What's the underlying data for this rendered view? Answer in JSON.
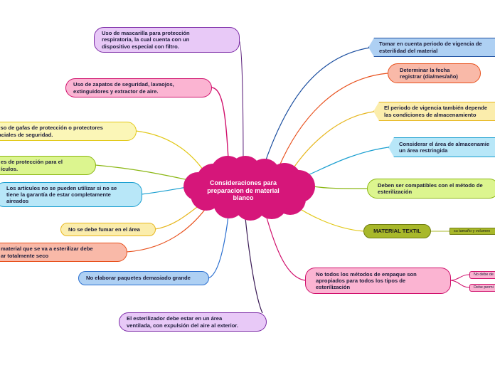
{
  "center": {
    "title": "Consideraciones para\npreparacion de material\nblanco",
    "color": "#d6167a"
  },
  "left_nodes": [
    {
      "text": "Uso de mascarilla para protección\nrespiratoria, la cual cuenta con un\ndispositivo especial con filtro.",
      "color": "#7b2aa6"
    },
    {
      "text": "Uso de zapatos de seguridad, lavaojos,\nextinguidores y extractor de aire.",
      "color": "#d0106c"
    },
    {
      "text": "Uso de gafas de protección o protectores\nfaciales de seguridad.",
      "color": "#e2c818"
    },
    {
      "text": "es de protección para el\nículos.",
      "color": "#8bb714"
    },
    {
      "text": "Los artículos no se pueden utilizar si no se\ntiene la garantía de estar completamente\naireados",
      "color": "#1a9fd0"
    },
    {
      "text": "No se debe fumar en el área",
      "color": "#e7b720"
    },
    {
      "text": "material que se va a esterilizar debe\nar totalmente seco",
      "color": "#e8501c"
    },
    {
      "text": "No elaborar paquetes demasiado grande",
      "color": "#2a6fd0"
    },
    {
      "text": "El esterilizador debe estar en un área\nventilada, con expulsión del aire al exterior.",
      "color": "#7b2aa6"
    }
  ],
  "right_nodes": [
    {
      "text": "Tomar en cuenta periodo de vigencia de\nesterilidad del material",
      "color": "#1c4fa0"
    },
    {
      "text": "Determinar la fecha\nregistrar  (dia/mes/año)",
      "color": "#e8501c"
    },
    {
      "text": "El periodo de vigencia también depende\nlas condiciones de almacenamiento",
      "color": "#e7b720"
    },
    {
      "text": "Considerar el área de almacenamie\nun área restringida",
      "color": "#1a9fd0"
    },
    {
      "text": "Deben ser compatibles con el método de\nesterilización",
      "color": "#8bb714"
    },
    {
      "text": "MATERIAL TEXTIL",
      "color": "#a8b82a"
    },
    {
      "text": "No todos los métodos de empaque son\napropiados para todos los tipos de\nesterilización",
      "color": "#d0106c"
    }
  ],
  "sub_nodes": [
    {
      "text": "su tamaño y volumen",
      "color": "#a8b82a"
    },
    {
      "text": "No debe de",
      "color": "#d0106c"
    },
    {
      "text": "Debe permi",
      "color": "#d0106c"
    }
  ]
}
